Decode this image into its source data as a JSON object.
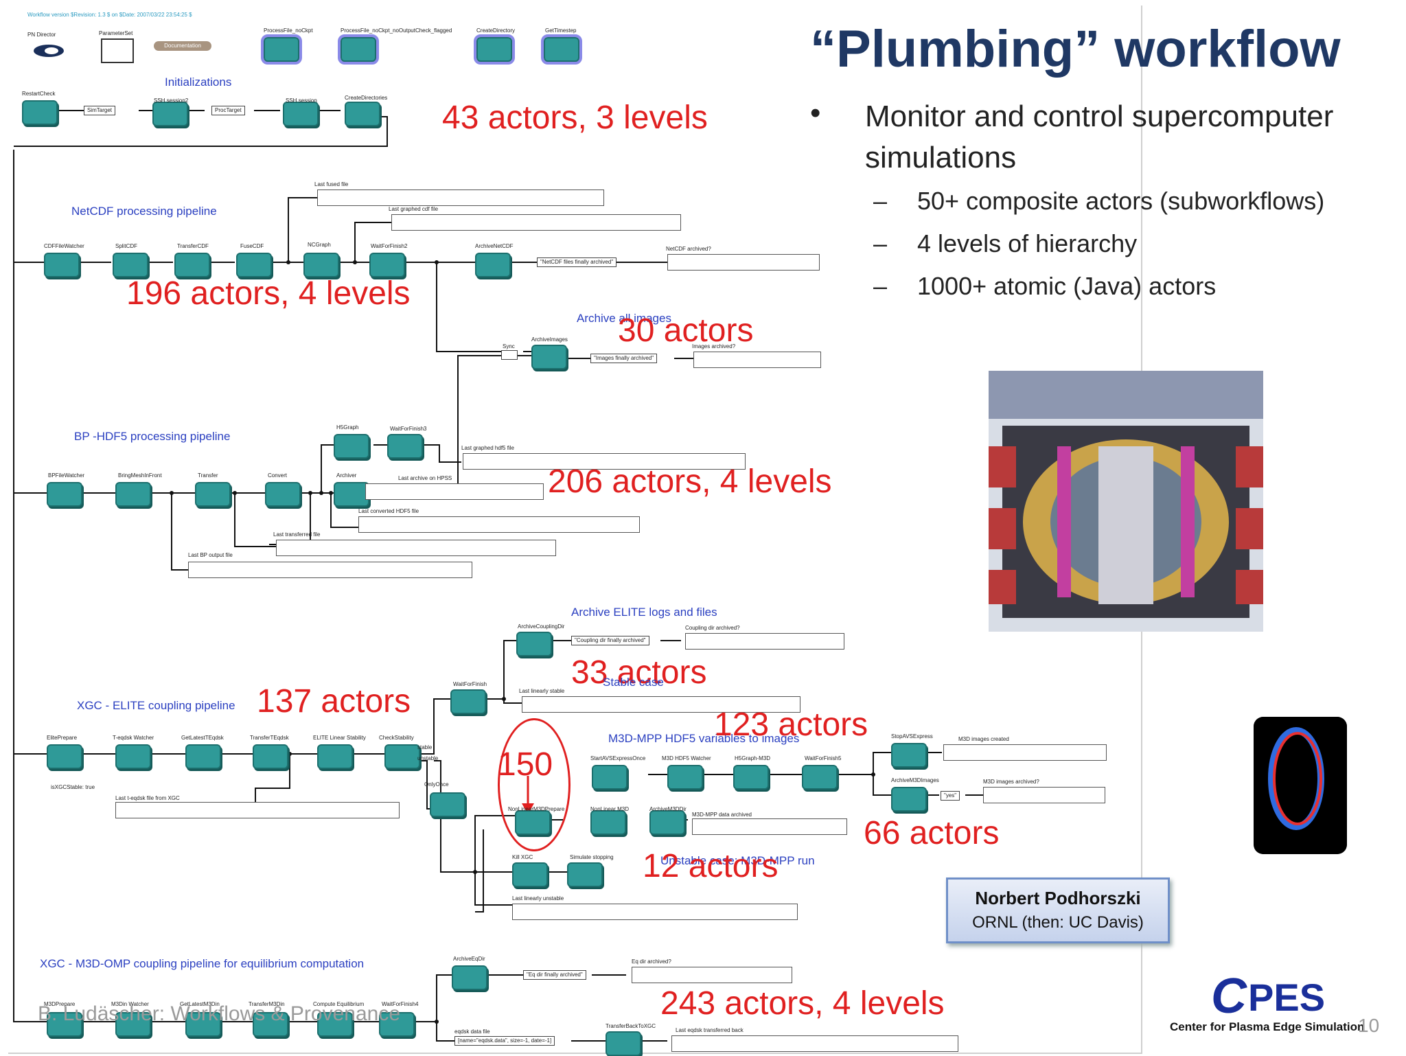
{
  "version": "Workflow version $Revision: 1.3 $ on $Date: 2007/03/22 23:54:25 $",
  "title": "“Plumbing” workflow",
  "bullets": {
    "main": "Monitor and control supercomputer simulations",
    "subs": [
      "50+ composite actors (subworkflows)",
      "4 levels of hierarchy",
      "1000+ atomic (Java) actors"
    ]
  },
  "toolbar": {
    "director": "PN Director",
    "parameter_set": "ParameterSet",
    "documentation": "Documentation",
    "top_actors": [
      "ProcessFile_noCkpt",
      "ProcessFile_noCkpt_noOutputCheck_flagged",
      "CreateDirectory",
      "GetTimestep"
    ]
  },
  "pipelines": {
    "init": "Initializations",
    "netcdf": "NetCDF processing pipeline",
    "archive_images": "Archive all images",
    "bp_hdf5": "BP -HDF5 processing pipeline",
    "archive_elite": "Archive ELITE logs and files",
    "stable": "Stable case",
    "xgc_elite": "XGC - ELITE coupling pipeline",
    "m3d_mpp": "M3D-MPP HDF5 variables to images",
    "unstable": "Unstable case: M3D-MPP run",
    "xgc_m3d": "XGC - M3D-OMP coupling pipeline for equilibrium computation"
  },
  "counts": {
    "c43": "43 actors, 3 levels",
    "c196": "196 actors, 4 levels",
    "c30": "30 actors",
    "c206": "206 actors, 4 levels",
    "c33": "33 actors",
    "c137": "137 actors",
    "c123": "123 actors",
    "c150": "150",
    "c66": "66 actors",
    "c12": "12 actors",
    "c243": "243 actors, 4 levels"
  },
  "actors": {
    "row1": [
      "RestartCheck",
      "SSH session2",
      "SSH session",
      "CreateDirectories"
    ],
    "row1_boxes": [
      "SimTarget",
      "ProcTarget"
    ],
    "row2": [
      "CDFFileWatcher",
      "SplitCDF",
      "TransferCDF",
      "FuseCDF",
      "NCGraph",
      "WaitForFinish2",
      "ArchiveNetCDF"
    ],
    "row2_box": "\"NetCDF files finally archived\"",
    "archive_images": "ArchiveImages",
    "archive_images_box": "\"Images finally archived\"",
    "sync": "Sync",
    "row3": [
      "BPFileWatcher",
      "BringMeshInFront",
      "Transfer",
      "Convert",
      "Archiver",
      "H5Graph",
      "WaitForFinish3"
    ],
    "elite_archive": "ArchiveCouplingDir",
    "elite_box": "\"Coupling dir finally archived\"",
    "wait_finish": "WaitForFinish",
    "row4": [
      "ElitePrepare",
      "T-eqdsk Watcher",
      "GetLatestTEqdsk",
      "TransferTEqdsk",
      "ELITE Linear Stability",
      "CheckStability"
    ],
    "stable_lbl": "stable",
    "unstable_lbl": "unstable",
    "only_once": "OnlyOnce",
    "m3d_row": [
      "StartAVSExpressOnce",
      "M3D HDF5 Watcher",
      "H5Graph-M3D",
      "WaitForFinish5"
    ],
    "stop_avs": "StopAVSExpress",
    "archive_m3d_images": "ArchiveM3DImages",
    "yes_box": "\"yes\"",
    "m3d_prepare": "NonLinearM3DPrepare",
    "nonlinear": "NonLinear M3D",
    "archive_m3d_dir": "ArchiveM3DDir",
    "kill_xgc": "Kill XGC",
    "sim_stop": "Simulate stopping",
    "row5": [
      "M3DPrepare",
      "M3Din Watcher",
      "GetLatestM3Din",
      "TransferM3Din",
      "Compute Equilibrium",
      "WaitForFinish4"
    ],
    "archive_eq": "ArchiveEqDir",
    "eq_box": "\"Eq dir finally archived\"",
    "transfer_back": "TransferBackToXGC",
    "eqdsk_box": "[name=\"eqdsk.data\", size=-1, date=-1]",
    "is_stable": "isXGCStable: true"
  },
  "displays": {
    "last_fused": "Last fused file",
    "last_graphed_cdf": "Last graphed cdf file",
    "netcdf_archived": "NetCDF archived?",
    "images_archived": "Images archived?",
    "last_graphed_hdf5": "Last graphed hdf5 file",
    "last_archive_hpss": "Last archive on HPSS",
    "last_converted": "Last converted HDF5 file",
    "last_transferred": "Last transferred file",
    "last_bp": "Last BP output file",
    "coupling_archived": "Coupling dir archived?",
    "last_lin_stable": "Last linearly stable",
    "m3d_created": "M3D images created",
    "m3d_archived": "M3D images archived?",
    "last_teqdsk": "Last t-eqdsk file from XGC",
    "m3d_mpp_archived": "M3D-MPP data archived",
    "last_lin_unstable": "Last linearly unstable",
    "eq_archived": "Eq dir archived?",
    "eqdsk_data": "eqdsk data file",
    "last_eqdsk_back": "Last eqdsk transferred back"
  },
  "credit": {
    "name": "Norbert Podhorszki",
    "org": "ORNL (then: UC Davis)"
  },
  "logo": {
    "mark": "C",
    "text": "PES",
    "caption": "Center for Plasma Edge Simulation"
  },
  "footer": "B. Ludäscher: Workflows & Provenance",
  "page": "10",
  "colors": {
    "actor": "#2f9a98",
    "title": "#1f3864",
    "count": "#e02020",
    "pipeline": "#2a3fc0"
  }
}
